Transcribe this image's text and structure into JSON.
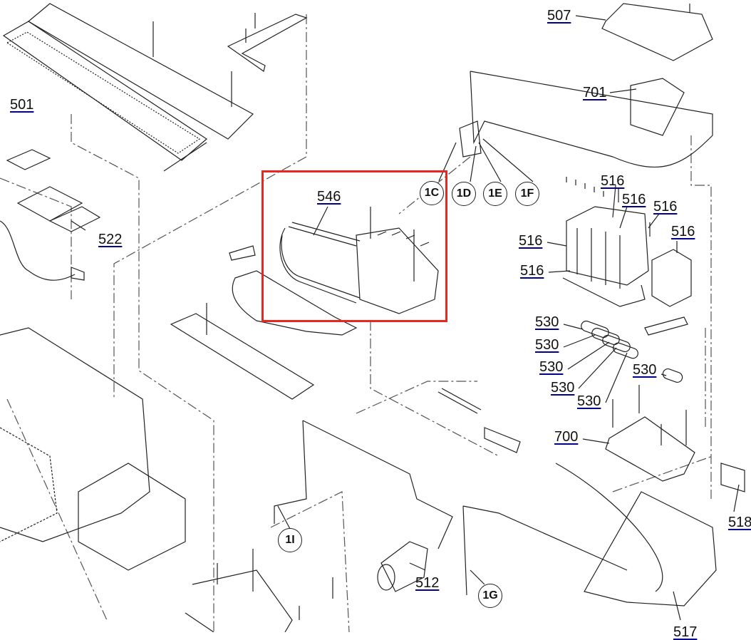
{
  "labels": {
    "p501": "501",
    "p522": "522",
    "p546": "546",
    "p507": "507",
    "p701": "701",
    "p516a": "516",
    "p516b": "516",
    "p516c": "516",
    "p516d": "516",
    "p516e": "516",
    "p516f": "516",
    "p530a": "530",
    "p530b": "530",
    "p530c": "530",
    "p530d": "530",
    "p530e": "530",
    "p530f": "530",
    "p700": "700",
    "p518": "518",
    "p512": "512",
    "p517": "517"
  },
  "connectors": {
    "c1C": "1C",
    "c1D": "1D",
    "c1E": "1E",
    "c1F": "1F",
    "c1I": "1I",
    "c1G": "1G"
  },
  "highlight_color": "#e8281e"
}
